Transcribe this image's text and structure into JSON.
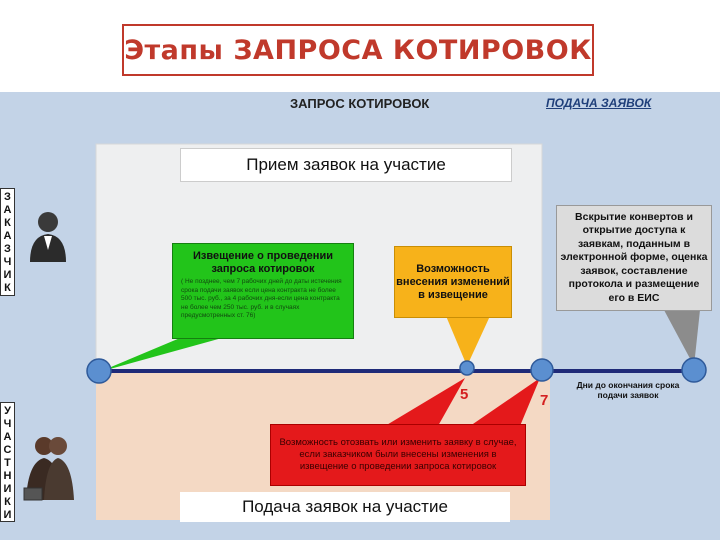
{
  "title": "Этапы ЗАПРОСА КОТИРОВОК",
  "top_labels": {
    "quote_request": "ЗАПРОС КОТИРОВОК",
    "bid_submission": "ПОДАЧА ЗАЯВОК"
  },
  "side_labels": {
    "customer": [
      "З",
      "А",
      "К",
      "А",
      "З",
      "Ч",
      "И",
      "К"
    ],
    "participants": [
      "У",
      "Ч",
      "А",
      "С",
      "Т",
      "Н",
      "И",
      "К",
      "И"
    ]
  },
  "accept_label": "Прием заявок на участие",
  "submit_label": "Подача заявок на участие",
  "notice_box": {
    "title": "Извещение о проведении запроса котировок",
    "note": "( Не позднее, чем 7 рабочих дней до даты истечения срока подачи заявок если цена контракта не более 500 тыс. руб., за 4 рабочих дня-если цена контракта не более чем 250 тыс. руб. и в случаях предусмотренных ст. 76)"
  },
  "changes_box": "Возможность внесения изменений в извещение",
  "opening_box": "Вскрытие конвертов и открытие доступа к заявкам, поданным в электронной форме, оценка заявок, составление протокола и размещение его в ЕИС",
  "withdraw_box": "Возможность отозвать или изменить заявку в случае, если заказчиком были внесены изменения в извещение о проведении запроса котировок",
  "marker_5": "5",
  "marker_7": "7",
  "days_note": "Дни до окончания срока подачи заявок",
  "colors": {
    "title_red": "#c0392b",
    "background_blue": "#c3d3e7",
    "notice_green": "#22c41a",
    "changes_yellow": "#f7b21a",
    "withdraw_red": "#e4191b",
    "timeline_navy": "#1f2a78",
    "node_blue": "#5b8fd0"
  }
}
